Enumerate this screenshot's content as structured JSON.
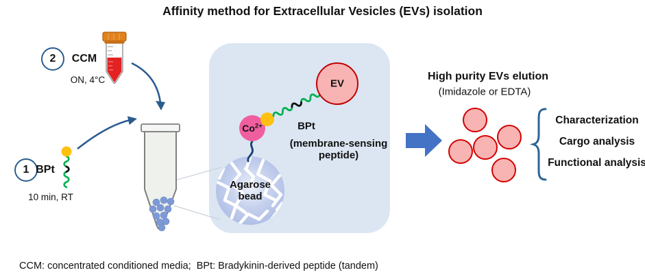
{
  "title": "Affinity method for Extracellular Vesicles (EVs) isolation",
  "step1": {
    "number": "1",
    "label": "BPt",
    "condition": "10 min, RT"
  },
  "step2": {
    "number": "2",
    "label": "CCM",
    "condition": "ON, 4°C"
  },
  "detail": {
    "bead_line1": "Agarose",
    "bead_line2": "bead",
    "ion": "Co",
    "ion_charge": "2+",
    "peptide": "BPt",
    "peptide_note_line1": "(membrane-sensing",
    "peptide_note_line2": "peptide)",
    "vesicle": "EV"
  },
  "elution": {
    "heading": "High purity EVs elution",
    "subheading": "(Imidazole or EDTA)"
  },
  "analyses": [
    "Characterization",
    "Cargo analysis",
    "Functional analysis"
  ],
  "caption": "CCM: concentrated conditioned media;  BPt: Bradykinin-derived peptide (tandem)",
  "colors": {
    "accent_blue": "#2b5c8f",
    "detail_box_bg": "#dbe6f2",
    "ev_fill": "#f8b3b3",
    "ev_border": "#c00000",
    "ion_pink": "#ef5f9f",
    "linker_yellow": "#ffc010",
    "peptide_green": "#00b050",
    "block_arrow_blue": "#4472c4",
    "agarose_blue": "#aebde0",
    "tube_cap_orange": "#e0811c",
    "ccm_red": "#e42222"
  }
}
